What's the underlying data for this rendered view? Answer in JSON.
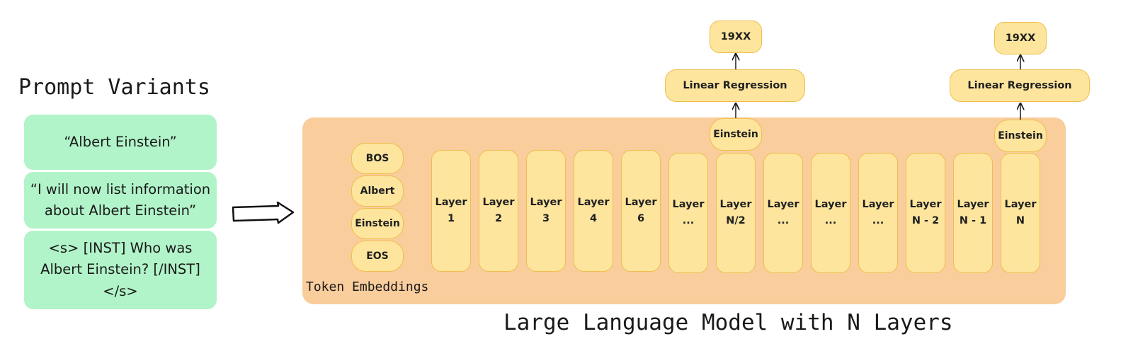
{
  "prompts": {
    "title": "Prompt Variants",
    "variants": [
      "“Albert Einstein”",
      "“I will now list information about Albert Einstein”",
      "<s> [INST] Who was Albert Einstein? [/INST] </s>"
    ]
  },
  "model": {
    "label": "Large Language Model with N Layers",
    "embedding_label": "Token Embeddings",
    "tokens": [
      "BOS",
      "Albert",
      "Einstein",
      "EOS"
    ],
    "layers": [
      {
        "line1": "Layer",
        "line2": "1"
      },
      {
        "line1": "Layer",
        "line2": "2"
      },
      {
        "line1": "Layer",
        "line2": "3"
      },
      {
        "line1": "Layer",
        "line2": "4"
      },
      {
        "line1": "Layer",
        "line2": "6"
      },
      {
        "line1": "Layer",
        "line2": "..."
      },
      {
        "line1": "Layer",
        "line2": "N/2"
      },
      {
        "line1": "Layer",
        "line2": "..."
      },
      {
        "line1": "Layer",
        "line2": "..."
      },
      {
        "line1": "Layer",
        "line2": "..."
      },
      {
        "line1": "Layer",
        "line2": "N - 2"
      },
      {
        "line1": "Layer",
        "line2": "N - 1"
      },
      {
        "line1": "Layer",
        "line2": "N"
      }
    ]
  },
  "probes": [
    {
      "token": "Einstein",
      "regressor": "Linear Regression",
      "output": "19XX"
    },
    {
      "token": "Einstein",
      "regressor": "Linear Regression",
      "output": "19XX"
    }
  ]
}
